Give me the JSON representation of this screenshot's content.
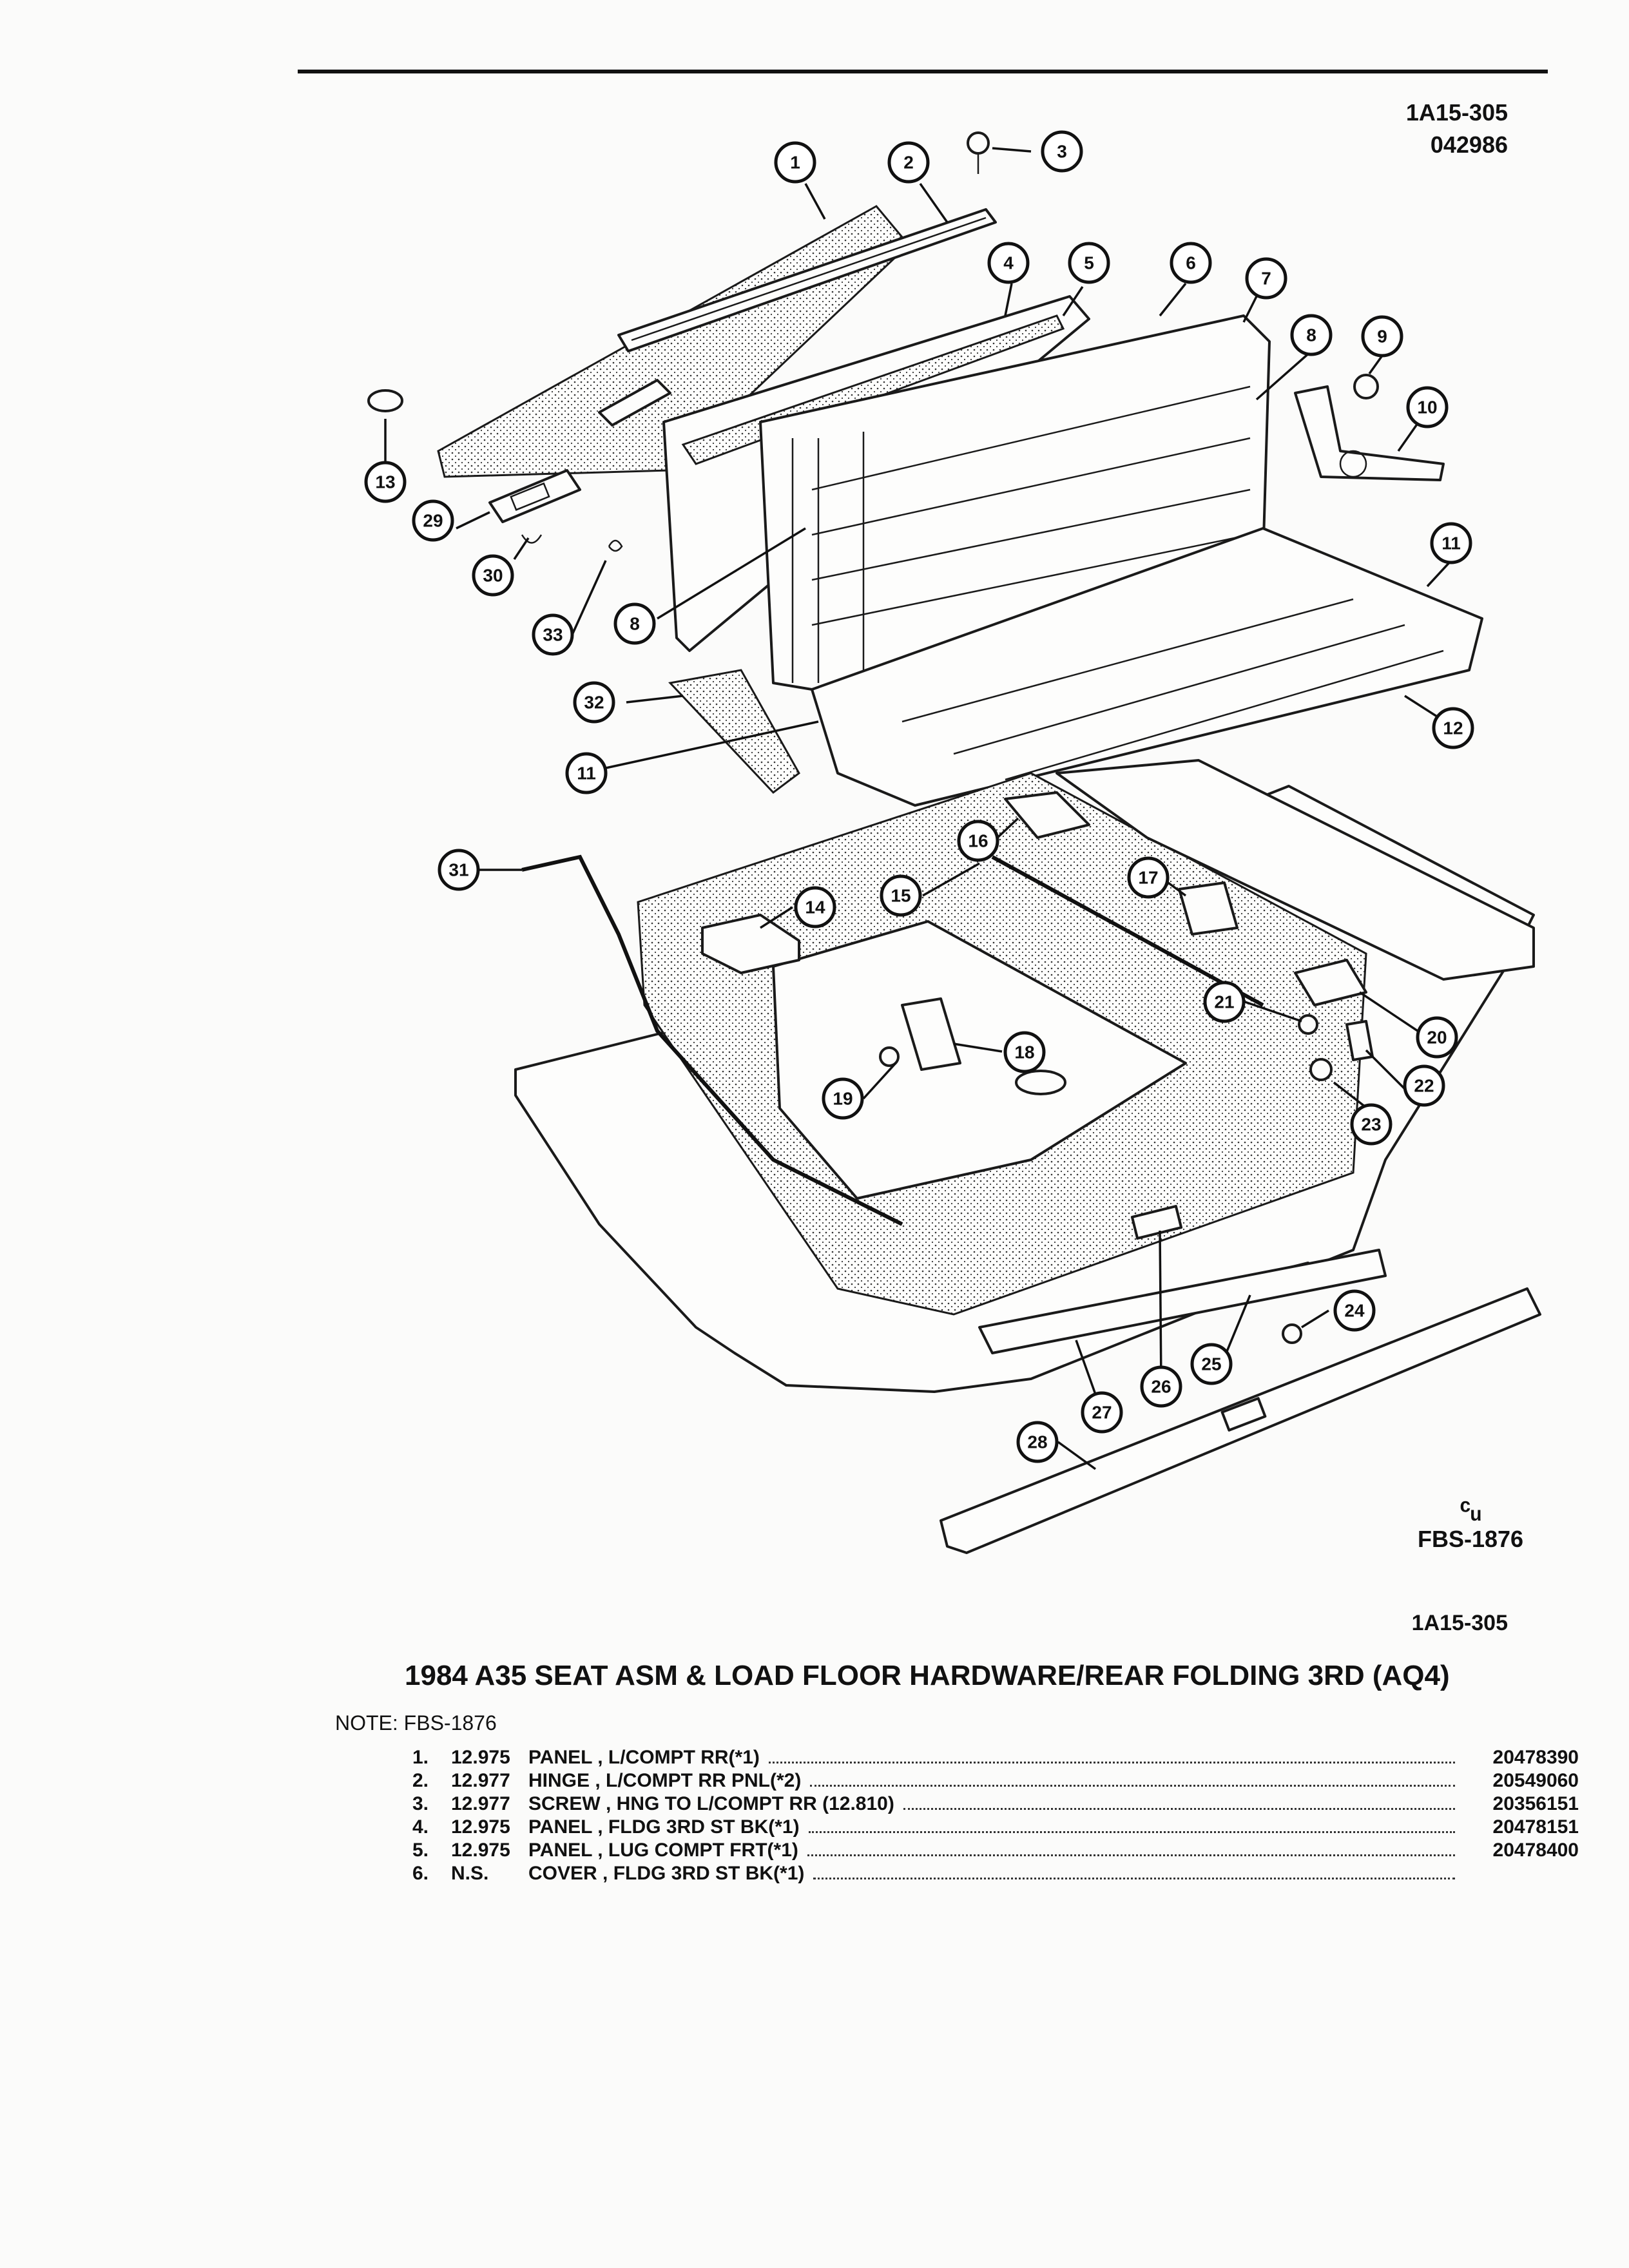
{
  "header": {
    "page_ref": "1A15-305",
    "date_code": "042986"
  },
  "diagram": {
    "callouts": [
      "1",
      "2",
      "3",
      "4",
      "5",
      "6",
      "7",
      "8",
      "8",
      "9",
      "10",
      "11",
      "11",
      "12",
      "13",
      "14",
      "15",
      "16",
      "17",
      "18",
      "19",
      "20",
      "21",
      "22",
      "23",
      "24",
      "25",
      "26",
      "27",
      "28",
      "29",
      "30",
      "31",
      "32",
      "33"
    ]
  },
  "footer": {
    "logo": "ᶜᵤ",
    "fbs_code": "FBS-1876",
    "page_ref": "1A15-305"
  },
  "title": "1984 A35 SEAT ASM & LOAD FLOOR HARDWARE/REAR FOLDING 3RD (AQ4)",
  "note": "NOTE:  FBS-1876",
  "parts": [
    {
      "num": "1.",
      "code": "12.975",
      "desc": "PANEL , L/COMPT RR(*1)",
      "part_no": "20478390"
    },
    {
      "num": "2.",
      "code": "12.977",
      "desc": "HINGE , L/COMPT RR PNL(*2)",
      "part_no": "20549060"
    },
    {
      "num": "3.",
      "code": "12.977",
      "desc": "SCREW , HNG TO L/COMPT RR (12.810)",
      "part_no": "20356151"
    },
    {
      "num": "4.",
      "code": "12.975",
      "desc": "PANEL , FLDG 3RD ST BK(*1)",
      "part_no": "20478151"
    },
    {
      "num": "5.",
      "code": "12.975",
      "desc": "PANEL , LUG COMPT FRT(*1)",
      "part_no": "20478400"
    },
    {
      "num": "6.",
      "code": "N.S.",
      "desc": "COVER , FLDG 3RD ST BK(*1)",
      "part_no": ""
    }
  ]
}
